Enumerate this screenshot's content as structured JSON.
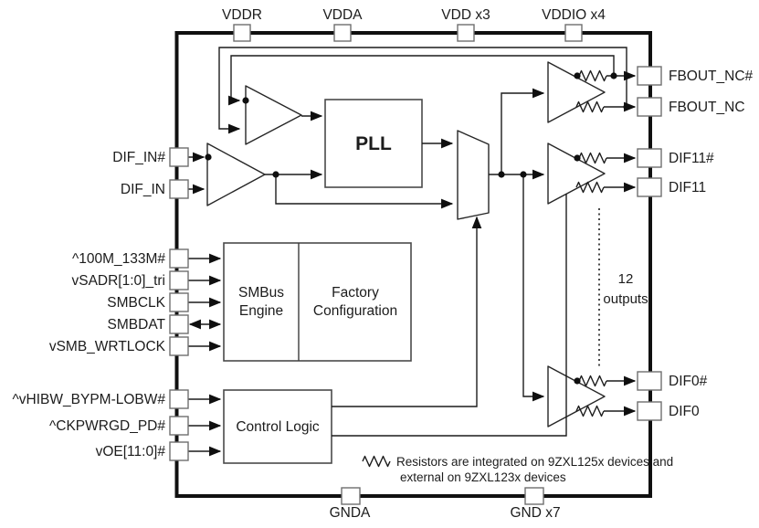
{
  "figure": {
    "type": "clock-buffer-block-diagram",
    "colors": {
      "background": "#ffffff",
      "line": "#1c1c1c",
      "pin_stroke": "#6e6e6e",
      "text": "#1c1c1c"
    },
    "blocks": {
      "pll_label": "PLL",
      "smbus_line1": "SMBus",
      "smbus_line2": "Engine",
      "factory_line1": "Factory",
      "factory_line2": "Configuration",
      "control_label": "Control Logic"
    },
    "pins": {
      "top": [
        "VDDR",
        "VDDA",
        "VDD x3",
        "VDDIO x4"
      ],
      "bottom": [
        "GNDA",
        "GND x7"
      ],
      "left": [
        "DIF_IN#",
        "DIF_IN",
        "^100M_133M#",
        "vSADR[1:0]_tri",
        "SMBCLK",
        "SMBDAT",
        "vSMB_WRTLOCK",
        "^vHIBW_BYPM-LOBW#",
        "^CKPWRGD_PD#",
        "vOE[11:0]#"
      ],
      "right": [
        "FBOUT_NC#",
        "FBOUT_NC",
        "DIF11#",
        "DIF11",
        "DIF0#",
        "DIF0"
      ]
    },
    "annotations": {
      "outputs_line1": "12",
      "outputs_line2": "outputs",
      "note_line1": "Resistors are integrated on 9ZXL125x devices and",
      "note_line2": "external on 9ZXL123x devices"
    }
  }
}
